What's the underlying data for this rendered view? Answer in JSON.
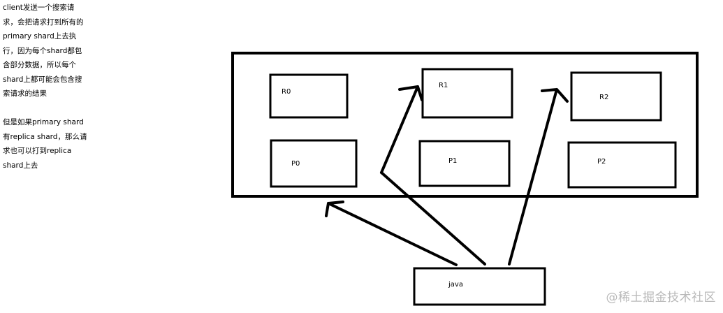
{
  "note": {
    "paragraph1_lines": [
      "client发送一个搜索请",
      "求，会把请求打到所有的",
      "primary shard上去执",
      "行，因为每个shard都包",
      "含部分数据，所以每个",
      "shard上都可能会包含搜",
      "索请求的结果"
    ],
    "paragraph2_lines": [
      "但是如果primary shard",
      "有replica shard，那么请",
      "求也可以打到replica",
      "shard上去"
    ]
  },
  "diagram": {
    "nodes": {
      "r0": "R0",
      "r1": "R1",
      "r2": "R2",
      "p0": "P0",
      "p1": "P1",
      "p2": "P2",
      "client": "java"
    }
  },
  "watermark": "@稀土掘金技术社区"
}
